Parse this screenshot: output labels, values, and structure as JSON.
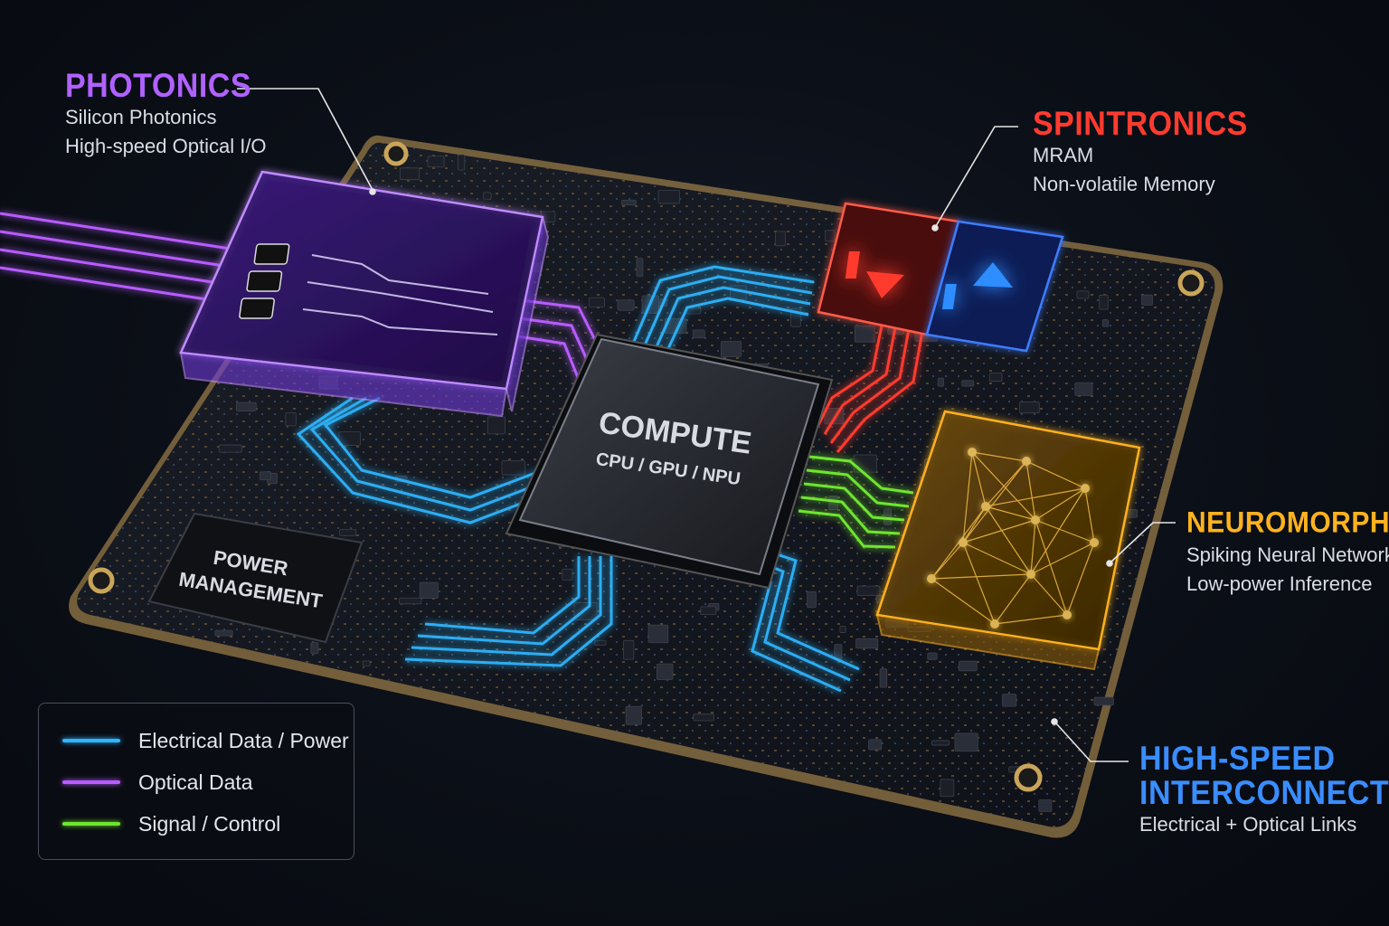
{
  "compute": {
    "title": "COMPUTE",
    "subtitle": "CPU / GPU / NPU"
  },
  "power": {
    "line1": "POWER",
    "line2": "MANAGEMENT"
  },
  "photonics": {
    "title": "PHOTONICS",
    "lines": [
      "Silicon Photonics",
      "High-speed Optical I/O"
    ],
    "color": "#b061ff"
  },
  "spintronics": {
    "title": "SPINTRONICS",
    "lines": [
      "MRAM",
      "Non-volatile Memory"
    ],
    "color": "#ff3b2f"
  },
  "neuromorphic": {
    "title": "NEUROMORPHIC",
    "lines": [
      "Spiking Neural Network",
      "Low-power Inference"
    ],
    "color": "#ffb21e"
  },
  "interconnect": {
    "title_line1": "HIGH-SPEED",
    "title_line2": "INTERCONNECT",
    "lines": [
      "Electrical + Optical Links"
    ],
    "color": "#3a8dff"
  },
  "legend": {
    "items": [
      {
        "label": "Electrical Data / Power",
        "color": "#2fb6ff"
      },
      {
        "label": "Optical Data",
        "color": "#b85cff"
      },
      {
        "label": "Signal / Control",
        "color": "#6ee62f"
      }
    ]
  },
  "icons": {
    "spin_down": "arrow-down-icon",
    "spin_up": "arrow-up-icon"
  }
}
